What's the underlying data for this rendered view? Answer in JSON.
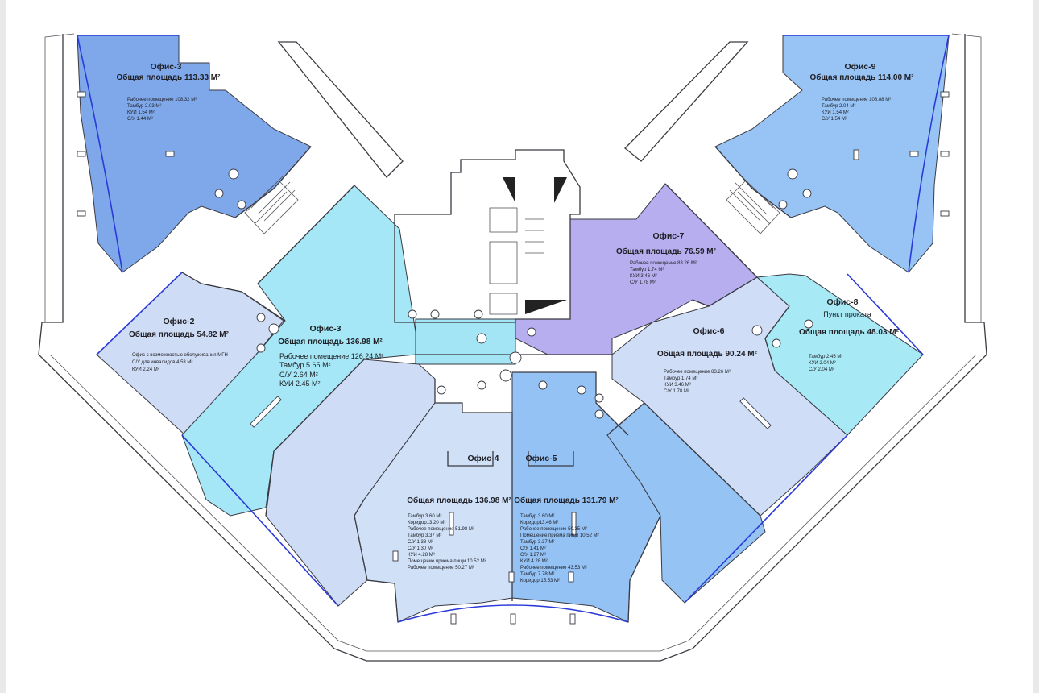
{
  "offices": {
    "of3_top": {
      "title": "Офис-3",
      "area": "Общая площадь 113.33 М²",
      "details": [
        "Рабочее помещение 108.32 М²",
        "Тамбур 2.03 М²",
        "КУИ 1.54 М²",
        "С/У 1.44 М²"
      ]
    },
    "of9": {
      "title": "Офис-9",
      "area": "Общая площадь 114.00 М²",
      "details": [
        "Рабочее помещение 108.88 М²",
        "Тамбур 2.04 М²",
        "КУИ 1.54 М²",
        "С/У 1.54 М²"
      ]
    },
    "of7": {
      "title": "Офис-7",
      "area": "Общая площадь 76.59 М²",
      "details": [
        "Рабочее помещение 83.26 М²",
        "Тамбур 1.74 М²",
        "КУИ 3.46 М²",
        "С/У 1.78 М²"
      ]
    },
    "of2": {
      "title": "Офис-2",
      "area": "Общая площадь 54.82 М²",
      "details": [
        "Офис с возможностью обслуживания МГН",
        "С/У для инвалидов 4.53 М²",
        "КУИ 2.24 М²"
      ]
    },
    "of3_center": {
      "title": "Офис-3",
      "area": "Общая площадь 136.98 М²",
      "details": [
        "Рабочее помещение 126.24 М²",
        "Тамбур 5.65 М²",
        "С/У 2.64 М²",
        "КУИ 2.45 М²"
      ]
    },
    "of8": {
      "title": "Офис-8",
      "subtitle": "Пункт проката",
      "area": "Общая площадь 48.03 М²",
      "details": [
        "Тамбур 2.45 М²",
        "КУИ 2.04 М²",
        "С/У 2.04 М²"
      ]
    },
    "of6": {
      "title": "Офис-6",
      "area": "Общая площадь 90.24 М²",
      "details": [
        "Рабочее помещение 83.26 М²",
        "Тамбур 1.74 М²",
        "КУИ 3.46 М²",
        "С/У 1.78 М²"
      ]
    },
    "of4": {
      "title": "Офис-4",
      "area": "Общая площадь 136.98 М²",
      "details": [
        "Тамбур 3.60 М²",
        "Коридор13.20 М²",
        "Рабочее помещение 51.98 М²",
        "Тамбур 3.37 М²",
        "С/У 1.38 М²",
        "С/У 1.30 М²",
        "КУИ 4.28 М²",
        "Помещение приема пищи 10.52 М²",
        "Рабочее помещение 50.27 М²"
      ]
    },
    "of5": {
      "title": "Офис-5",
      "area": "Общая площадь 131.79 М²",
      "details": [
        "Тамбур 3.60 М²",
        "Коридор13.46 М²",
        "Рабочее помещение 50.35 М²",
        "Помещение приема пищи 10.52 М²",
        "Тамбур 3.37 М²",
        "С/У 1.41 М²",
        "С/У 1.27 М²",
        "КУИ 4.28 М²",
        "Рабочее помещение 43.53 М²",
        "Тамбур 7.78 М²",
        "Коридор 15.53 М²"
      ]
    }
  },
  "colors": {
    "of3_top": "#7fa8ea",
    "of9": "#97c4f5",
    "of7": "#b7aeef",
    "of2": "#cfdcf5",
    "of3_center": "#a5e7f6",
    "of8": "#a8e9f6",
    "of6": "#cfdef6",
    "of4": "#cfe0f7",
    "of5": "#94c2f4",
    "lower_left_band": "#cfdcf5",
    "lower_right_band": "#95c3f3",
    "corridor": "#a3e4f5",
    "core": "#ffffff",
    "wall": "#3a3a42",
    "glazing": "#2a3ad8"
  }
}
